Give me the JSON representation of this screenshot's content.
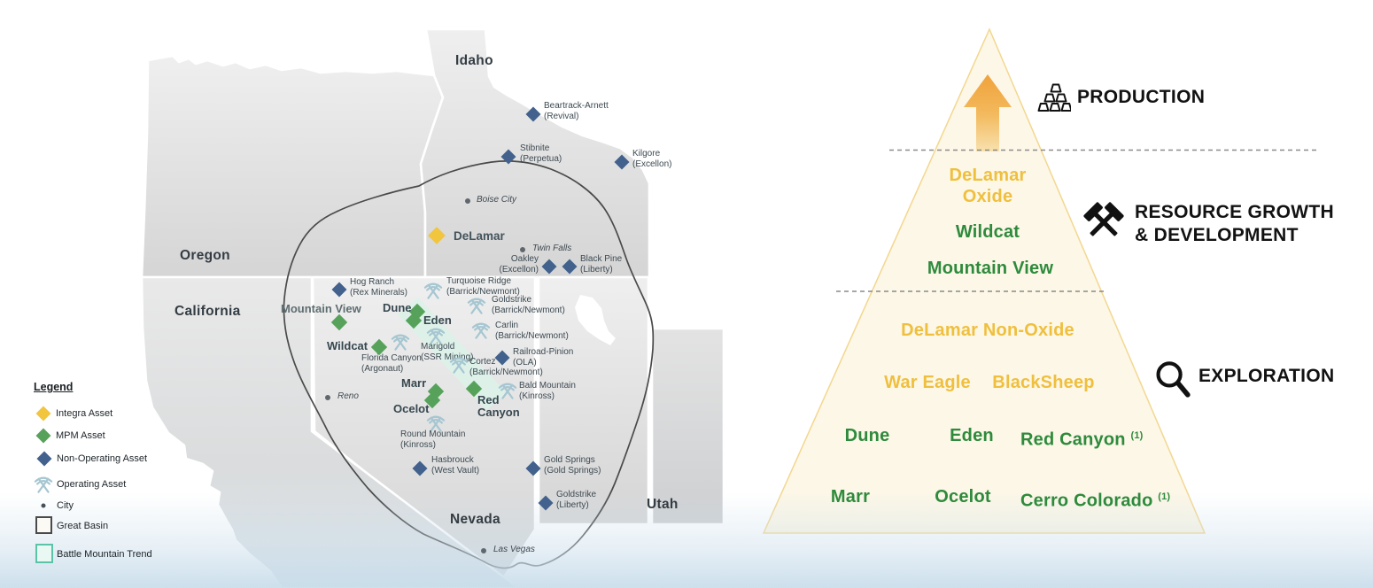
{
  "map": {
    "state_labels": [
      "Idaho",
      "Oregon",
      "California",
      "Nevada",
      "Utah"
    ],
    "cities": [
      "Boise City",
      "Twin Falls",
      "Reno",
      "Las Vegas"
    ],
    "sites": {
      "beartrack": {
        "name": "Beartrack-Arnett",
        "operator": "(Revival)"
      },
      "stibnite": {
        "name": "Stibnite",
        "operator": "(Perpetua)"
      },
      "kilgore": {
        "name": "Kilgore",
        "operator": "(Excellon)"
      },
      "delamar": {
        "name": "DeLamar"
      },
      "oakley": {
        "name": "Oakley",
        "operator": "(Excellon)"
      },
      "black_pine": {
        "name": "Black Pine",
        "operator": "(Liberty)"
      },
      "hog_ranch": {
        "name": "Hog Ranch",
        "operator": "(Rex Minerals)"
      },
      "turquoise_ridge": {
        "name": "Turquoise Ridge",
        "operator": "(Barrick/Newmont)"
      },
      "goldstrike_bn": {
        "name": "Goldstrike",
        "operator": "(Barrick/Newmont)"
      },
      "carlin": {
        "name": "Carlin",
        "operator": "(Barrick/Newmont)"
      },
      "mountain_view": {
        "name": "Mountain View"
      },
      "dune": {
        "name": "Dune"
      },
      "eden": {
        "name": "Eden"
      },
      "wildcat": {
        "name": "Wildcat"
      },
      "florida_canyon": {
        "name": "Florida Canyon",
        "operator": "(Argonaut)"
      },
      "marigold": {
        "name": "Marigold",
        "operator": "(SSR Mining)"
      },
      "cortez": {
        "name": "Cortez",
        "operator": "(Barrick/Newmont)"
      },
      "railroad_pinion": {
        "name": "Railroad-Pinion",
        "operator": "(OLA)"
      },
      "marr": {
        "name": "Marr"
      },
      "ocelot": {
        "name": "Ocelot"
      },
      "red_canyon": {
        "name": "Red Canyon"
      },
      "bald_mountain": {
        "name": "Bald Mountain",
        "operator": "(Kinross)"
      },
      "round_mountain": {
        "name": "Round Mountain",
        "operator": "(Kinross)"
      },
      "hasbrouck": {
        "name": "Hasbrouck",
        "operator": "(West Vault)"
      },
      "gold_springs": {
        "name": "Gold Springs",
        "operator": "(Gold Springs)"
      },
      "goldstrike_lib": {
        "name": "Goldstrike",
        "operator": "(Liberty)"
      }
    },
    "legend": {
      "title": "Legend",
      "integra": "Integra Asset",
      "mpm": "MPM Asset",
      "non_operating": "Non-Operating Asset",
      "operating": "Operating Asset",
      "city": "City",
      "great_basin": "Great Basin",
      "battle_mountain": "Battle Mountain Trend"
    }
  },
  "pyramid": {
    "stage_production": "PRODUCTION",
    "stage_resource_line1": "RESOURCE GROWTH",
    "stage_resource_line2": "& DEVELOPMENT",
    "stage_exploration": "EXPLORATION",
    "tier_oxide": "DeLamar Oxide",
    "tier_wildcat": "Wildcat",
    "tier_mountain_view": "Mountain View",
    "tier_non_oxide": "DeLamar Non-Oxide",
    "tier_war_eagle": "War Eagle",
    "tier_blacksheep": "BlackSheep",
    "tier_dune": "Dune",
    "tier_eden": "Eden",
    "tier_red_canyon": "Red Canyon",
    "tier_red_canyon_sup": "(1)",
    "tier_marr": "Marr",
    "tier_ocelot": "Ocelot",
    "tier_cerro": "Cerro Colorado",
    "tier_cerro_sup": "(1)"
  },
  "colors": {
    "integra_yellow": "#F2C53F",
    "mpm_green": "#57A25B",
    "non_operating_blue": "#42618C",
    "operating_blue": "#A6C6D1",
    "pyramid_yellow": "#EFBF3D",
    "pyramid_green": "#2E8A3C",
    "battle_mountain_fill": "#DCF2E9",
    "great_basin_line": "#4A4A4A"
  }
}
